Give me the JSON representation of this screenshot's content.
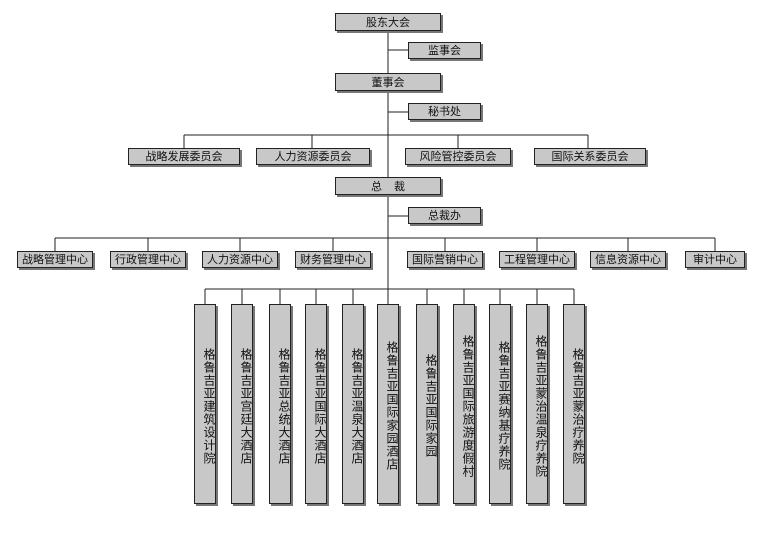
{
  "org": {
    "shareholders": "股东大会",
    "supervisory_board": "监事会",
    "board": "董事会",
    "secretariat": "秘书处",
    "committees": [
      "战略发展委员会",
      "人力资源委员会",
      "风险管控委员会",
      "国际关系委员会"
    ],
    "ceo": "总裁",
    "ceo_office": "总裁办",
    "centers": [
      "战略管理中心",
      "行政管理中心",
      "人力资源中心",
      "财务管理中心",
      "国际营销中心",
      "工程管理中心",
      "信息资源中心",
      "审计中心"
    ],
    "subsidiaries": [
      "格鲁吉亚建筑设计院",
      "格鲁吉亚宫廷大酒店",
      "格鲁吉亚总统大酒店",
      "格鲁吉亚国际大酒店",
      "格鲁吉亚温泉大酒店",
      "格鲁吉亚国际家园酒店",
      "格鲁吉亚国际家园",
      "格鲁吉亚国际旅游度假村",
      "格鲁吉亚赛纳基疗养院",
      "格鲁吉亚蒙治温泉疗养院",
      "格鲁吉亚蒙治疗养院"
    ]
  }
}
